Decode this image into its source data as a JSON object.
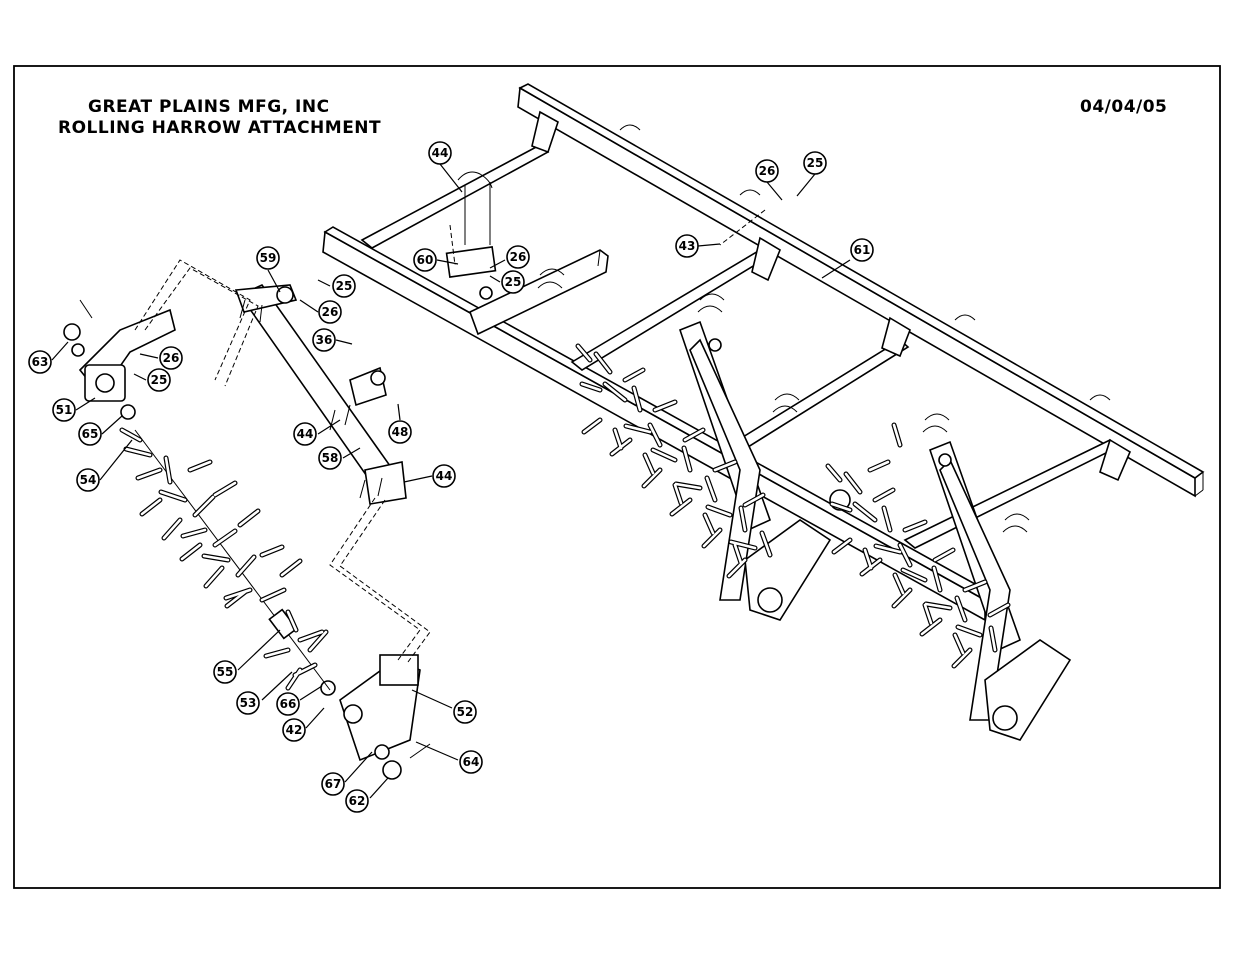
{
  "header": {
    "company": "GREAT PLAINS MFG, INC",
    "title": "ROLLING HARROW ATTACHMENT",
    "date": "04/04/05"
  },
  "callouts": [
    {
      "id": "c44a",
      "label": "44"
    },
    {
      "id": "c26a",
      "label": "26"
    },
    {
      "id": "c25a",
      "label": "25"
    },
    {
      "id": "c43",
      "label": "43"
    },
    {
      "id": "c61",
      "label": "61"
    },
    {
      "id": "c60",
      "label": "60"
    },
    {
      "id": "c26b",
      "label": "26"
    },
    {
      "id": "c25b",
      "label": "25"
    },
    {
      "id": "c59",
      "label": "59"
    },
    {
      "id": "c25c",
      "label": "25"
    },
    {
      "id": "c26c",
      "label": "26"
    },
    {
      "id": "c36",
      "label": "36"
    },
    {
      "id": "c63",
      "label": "63"
    },
    {
      "id": "c26d",
      "label": "26"
    },
    {
      "id": "c25d",
      "label": "25"
    },
    {
      "id": "c51",
      "label": "51"
    },
    {
      "id": "c65",
      "label": "65"
    },
    {
      "id": "c48",
      "label": "48"
    },
    {
      "id": "c44b",
      "label": "44"
    },
    {
      "id": "c58",
      "label": "58"
    },
    {
      "id": "c44c",
      "label": "44"
    },
    {
      "id": "c54",
      "label": "54"
    },
    {
      "id": "c55",
      "label": "55"
    },
    {
      "id": "c53",
      "label": "53"
    },
    {
      "id": "c66",
      "label": "66"
    },
    {
      "id": "c42",
      "label": "42"
    },
    {
      "id": "c52",
      "label": "52"
    },
    {
      "id": "c64",
      "label": "64"
    },
    {
      "id": "c67",
      "label": "67"
    },
    {
      "id": "c62",
      "label": "62"
    }
  ]
}
